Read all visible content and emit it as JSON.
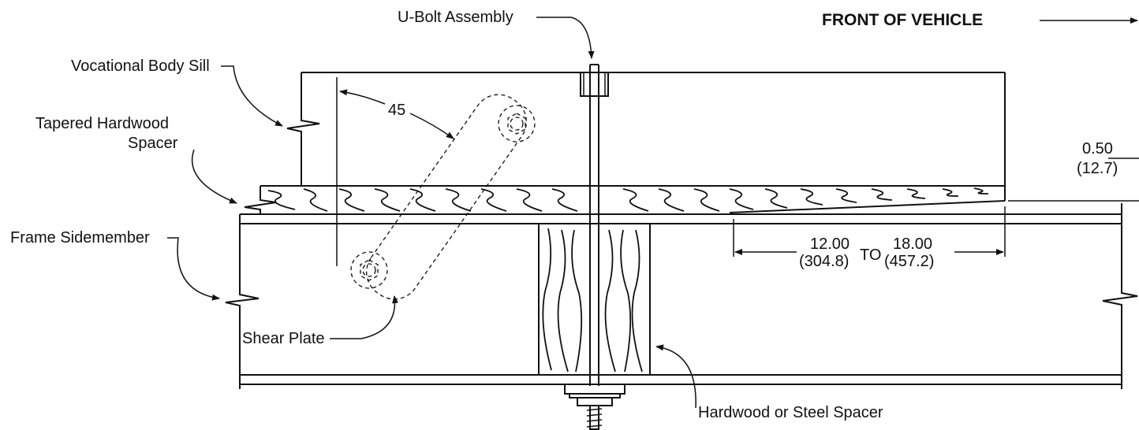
{
  "labels": {
    "u_bolt": "U-Bolt Assembly",
    "front": "FRONT OF VEHICLE",
    "body_sill": "Vocational Body Sill",
    "tapered_line1": "Tapered Hardwood",
    "tapered_line2": "Spacer",
    "frame": "Frame Sidemember",
    "shear": "Shear Plate",
    "spacer": "Hardwood or Steel Spacer"
  },
  "dimensions": {
    "angle": "45",
    "gap_in": "0.50",
    "gap_mm": "(12.7)",
    "taper_min_in": "12.00",
    "taper_min_mm": "(304.8)",
    "taper_to": "TO",
    "taper_max_in": "18.00",
    "taper_max_mm": "(457.2)"
  }
}
